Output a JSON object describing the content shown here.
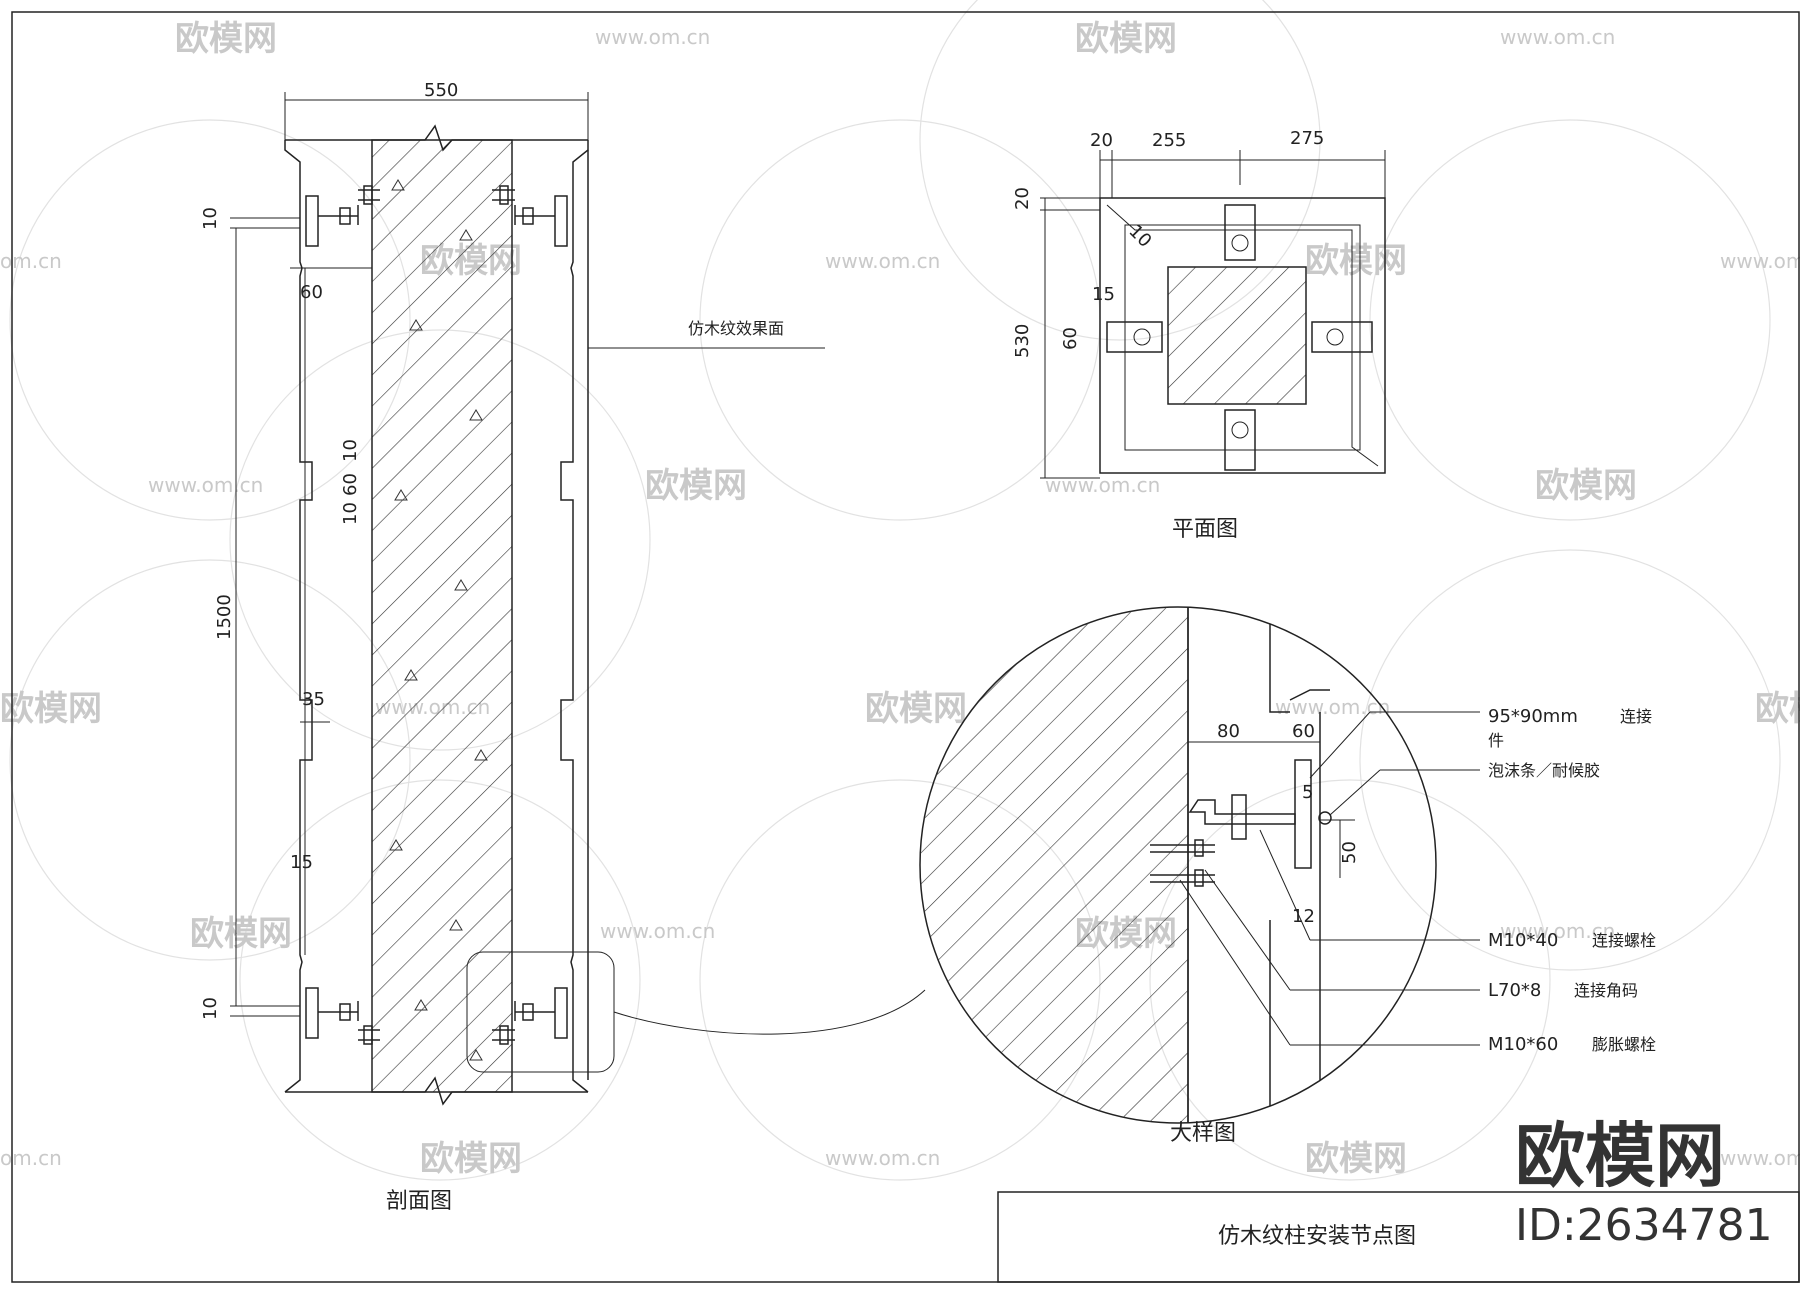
{
  "watermark": {
    "site": "欧模网",
    "url": "www.om.cn",
    "url_short": "om.cn"
  },
  "section_view": {
    "caption": "剖面图",
    "dims": {
      "width": "550",
      "top_offset": "10",
      "height": "1500",
      "bottom_offset": "10",
      "inset_60": "60",
      "groove_10a": "10",
      "groove_60": "60",
      "groove_10b": "10",
      "d35": "35",
      "d15": "15"
    },
    "note": "仿木纹效果面"
  },
  "plan_view": {
    "caption": "平面图",
    "dims": {
      "d20": "20",
      "d255": "255",
      "d275": "275",
      "d20v": "20",
      "d530": "530",
      "d15": "15",
      "d60": "60",
      "d10": "10"
    }
  },
  "detail_view": {
    "caption": "大样图",
    "dims": {
      "d80": "80",
      "d60": "60",
      "d5": "5",
      "d50": "50",
      "d12": "12"
    },
    "callouts": [
      {
        "spec": "95*90mm",
        "desc": "连接",
        "desc2": "件"
      },
      {
        "spec": "",
        "desc": "泡沫条／耐候胶"
      },
      {
        "spec": "M10*40",
        "desc": "连接螺栓"
      },
      {
        "spec": "L70*8",
        "desc": "连接角码"
      },
      {
        "spec": "M10*60",
        "desc": "膨胀螺栓"
      }
    ]
  },
  "title_block": {
    "title": "仿木纹柱安装节点图"
  },
  "brand": {
    "name": "欧模网",
    "id": "ID:2634781"
  }
}
